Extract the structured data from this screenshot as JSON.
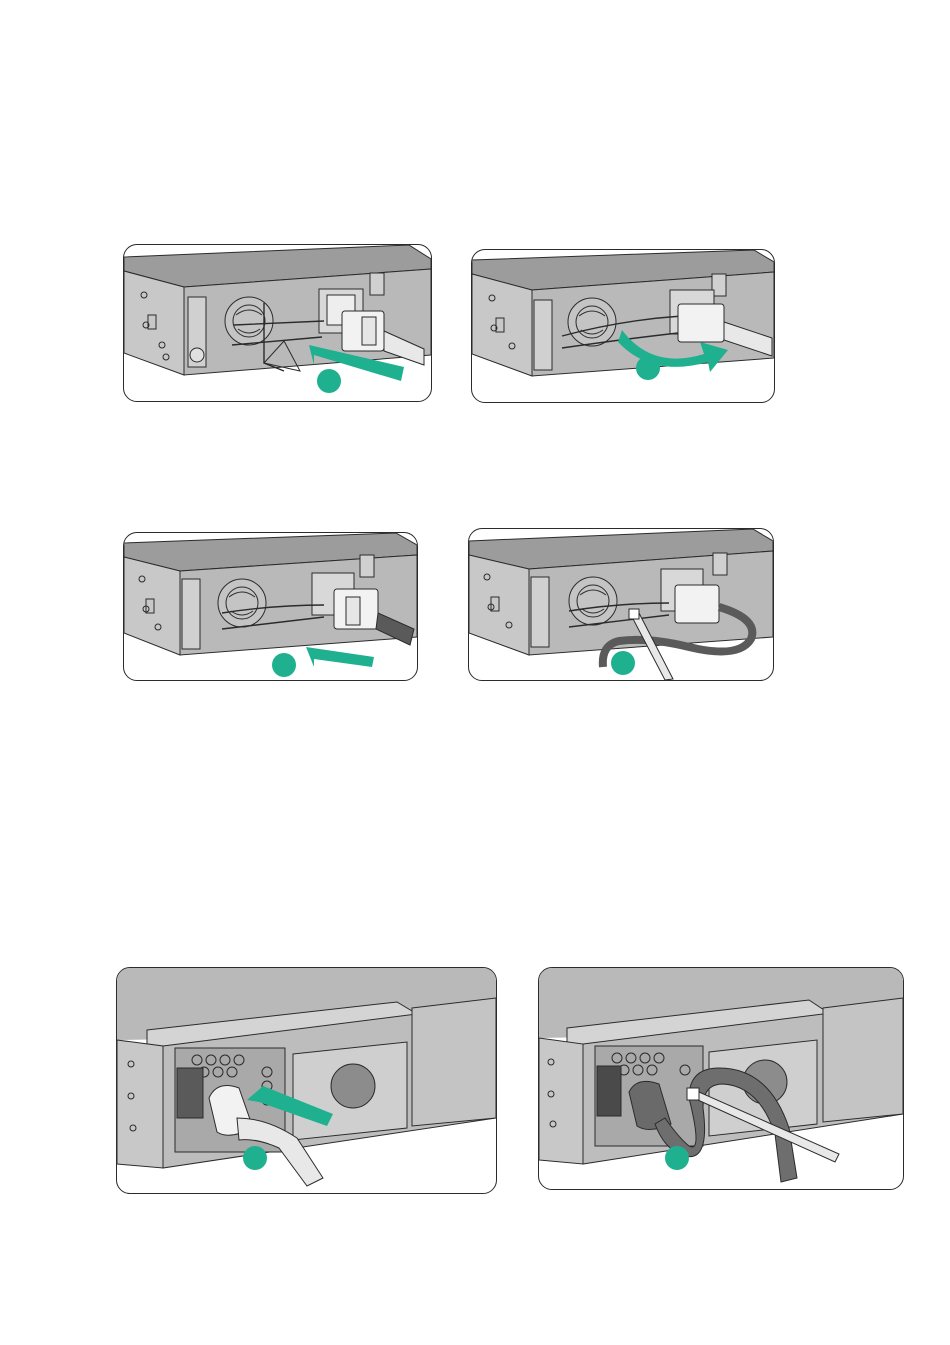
{
  "figures": [
    {
      "id": "fig-1",
      "step_marker": "step-1",
      "action": "insert-plug"
    },
    {
      "id": "fig-2",
      "step_marker": "step-2",
      "action": "flip-retainer"
    },
    {
      "id": "fig-3",
      "step_marker": "step-1",
      "action": "insert-plug"
    },
    {
      "id": "fig-4",
      "step_marker": "step-2",
      "action": "cable-tie"
    },
    {
      "id": "fig-5",
      "step_marker": "step-1",
      "action": "insert-plug"
    },
    {
      "id": "fig-6",
      "step_marker": "step-2",
      "action": "cable-tie"
    }
  ],
  "colors": {
    "chassis": "#b9b9b9",
    "chassis_top": "#9c9c9c",
    "line": "#2b2b2b",
    "accent_green": "#1fb08f",
    "cable_dark": "#5a5a5a",
    "cable_light": "#e8e8e8"
  },
  "icons": [
    "step-marker-icon",
    "arrow-icon",
    "power-cord-icon",
    "fan-icon",
    "screw-icon",
    "cable-tie-icon"
  ]
}
